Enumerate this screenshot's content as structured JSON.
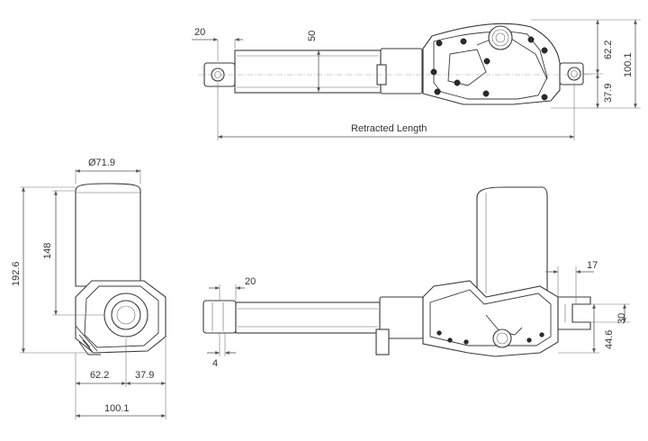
{
  "top_view": {
    "dim_20": "20",
    "dim_50": "50",
    "dim_62_2": "62.2",
    "dim_100_1": "100.1",
    "dim_37_9": "37.9",
    "retracted_length": "Retracted Length"
  },
  "end_view": {
    "diameter": "Ø71.9",
    "dim_148": "148",
    "dim_192_6": "192.6",
    "dim_62_2": "62.2",
    "dim_37_9": "37.9",
    "dim_100_1": "100.1"
  },
  "side_view": {
    "dim_20": "20",
    "dim_4": "4",
    "dim_17": "17",
    "dim_30": "30",
    "dim_44_6": "44.6"
  },
  "colors": {
    "line": "#3a3a3a",
    "dimension": "#555555",
    "screw": "#2b2b2b"
  }
}
